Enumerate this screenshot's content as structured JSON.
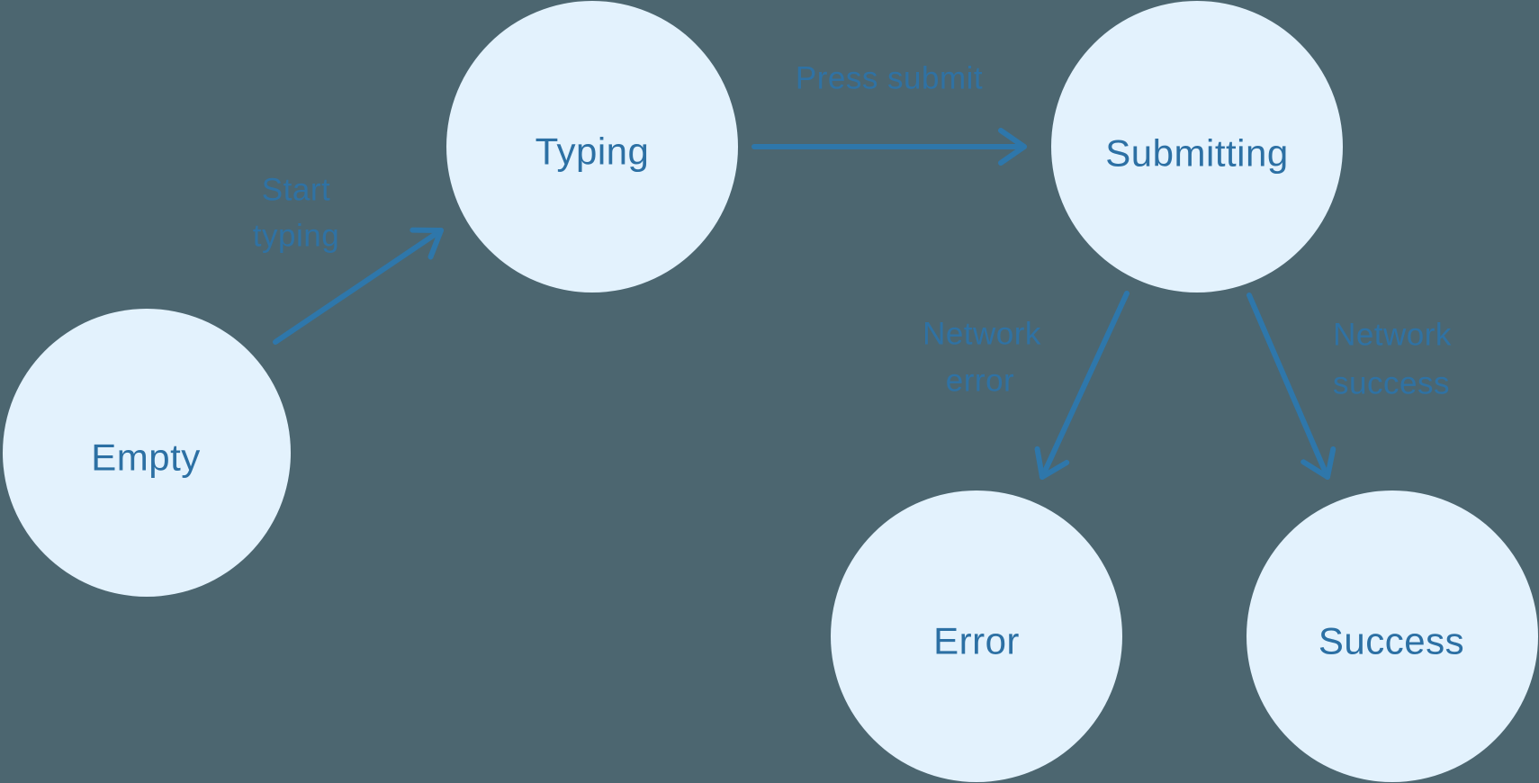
{
  "colors": {
    "background": "#4c6670",
    "node_fill": "#e3f2fd",
    "node_text": "#2c70a4",
    "edge_label": "#2f72a4",
    "arrow": "#2e77ab"
  },
  "diagram": {
    "type": "state-machine",
    "nodes": [
      {
        "id": "empty",
        "label": "Empty"
      },
      {
        "id": "typing",
        "label": "Typing"
      },
      {
        "id": "submitting",
        "label": "Submitting"
      },
      {
        "id": "error",
        "label": "Error"
      },
      {
        "id": "success",
        "label": "Success"
      }
    ],
    "edges": [
      {
        "from": "empty",
        "to": "typing",
        "label": "Start typing",
        "label_lines": [
          "Start",
          "typing"
        ]
      },
      {
        "from": "typing",
        "to": "submitting",
        "label": "Press submit",
        "label_lines": [
          "Press submit"
        ]
      },
      {
        "from": "submitting",
        "to": "error",
        "label": "Network error",
        "label_lines": [
          "Network",
          "error"
        ]
      },
      {
        "from": "submitting",
        "to": "success",
        "label": "Network success",
        "label_lines": [
          "Network",
          "success"
        ]
      }
    ]
  }
}
